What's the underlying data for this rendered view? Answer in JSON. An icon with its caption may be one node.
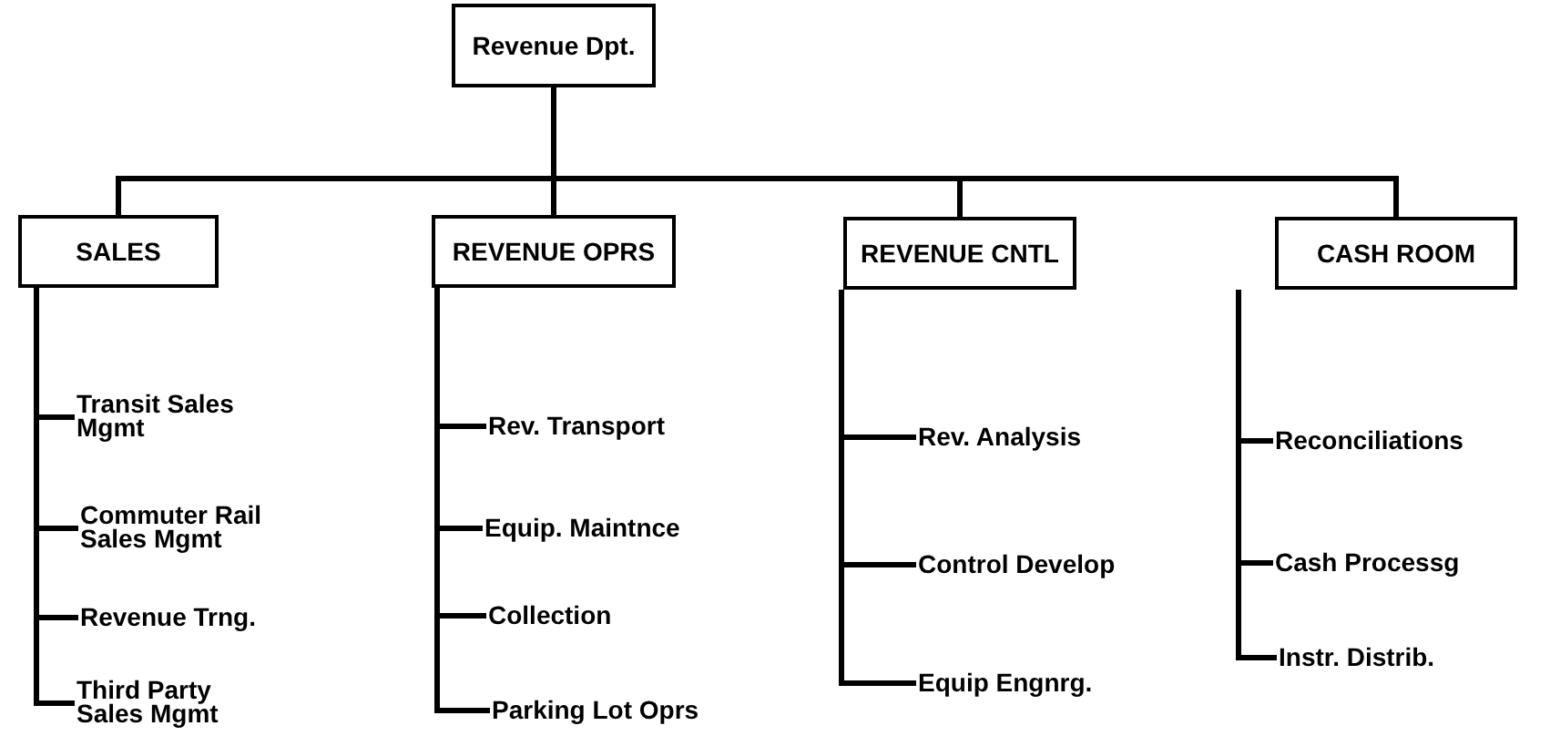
{
  "diagram": {
    "nodes": [
      {
        "text": [
          "Revenue Dpt."
        ]
      },
      {
        "text": [
          "SALES"
        ]
      },
      {
        "text": [
          "REVENUE OPRS"
        ]
      },
      {
        "text": [
          "REVENUE CNTL"
        ]
      },
      {
        "text": [
          "CASH ROOM"
        ]
      },
      {
        "text": [
          "Transit Sales Mgmt"
        ]
      },
      {
        "text": [
          "Commuter Rail Sales Mgmt"
        ]
      },
      {
        "text": [
          "Revenue Trng."
        ]
      },
      {
        "text": [
          "Third Party Sales Mgmt"
        ]
      },
      {
        "text": [
          "Rev. Transport"
        ]
      },
      {
        "text": [
          "Equip. Maintnce"
        ]
      },
      {
        "text": [
          "Collection"
        ]
      },
      {
        "text": [
          "Parking Lot Oprs"
        ]
      },
      {
        "text": [
          "Rev. Analysis"
        ]
      },
      {
        "text": [
          "Control Develop"
        ]
      },
      {
        "text": [
          "Equip Engnrg."
        ]
      },
      {
        "text": [
          "Reconciliations"
        ]
      },
      {
        "text": [
          "Cash Processg"
        ]
      },
      {
        "text": [
          "Instr. Distrib."
        ]
      }
    ],
    "edges": [
      {
        "from": 0,
        "to": 1,
        "arrow": "none"
      },
      {
        "from": 0,
        "to": 2,
        "arrow": "none"
      },
      {
        "from": 0,
        "to": 3,
        "arrow": "none"
      },
      {
        "from": 0,
        "to": 4,
        "arrow": "none"
      },
      {
        "from": 1,
        "to": 5,
        "arrow": "none"
      },
      {
        "from": 1,
        "to": 6,
        "arrow": "none"
      },
      {
        "from": 1,
        "to": 7,
        "arrow": "none"
      },
      {
        "from": 1,
        "to": 8,
        "arrow": "none"
      },
      {
        "from": 2,
        "to": 9,
        "arrow": "none"
      },
      {
        "from": 2,
        "to": 10,
        "arrow": "none"
      },
      {
        "from": 2,
        "to": 11,
        "arrow": "none"
      },
      {
        "from": 2,
        "to": 12,
        "arrow": "none"
      },
      {
        "from": 3,
        "to": 13,
        "arrow": "none"
      },
      {
        "from": 3,
        "to": 14,
        "arrow": "none"
      },
      {
        "from": 3,
        "to": 15,
        "arrow": "none"
      },
      {
        "from": 4,
        "to": 16,
        "arrow": "none"
      },
      {
        "from": 4,
        "to": 17,
        "arrow": "none"
      },
      {
        "from": 4,
        "to": 18,
        "arrow": "none"
      }
    ]
  }
}
